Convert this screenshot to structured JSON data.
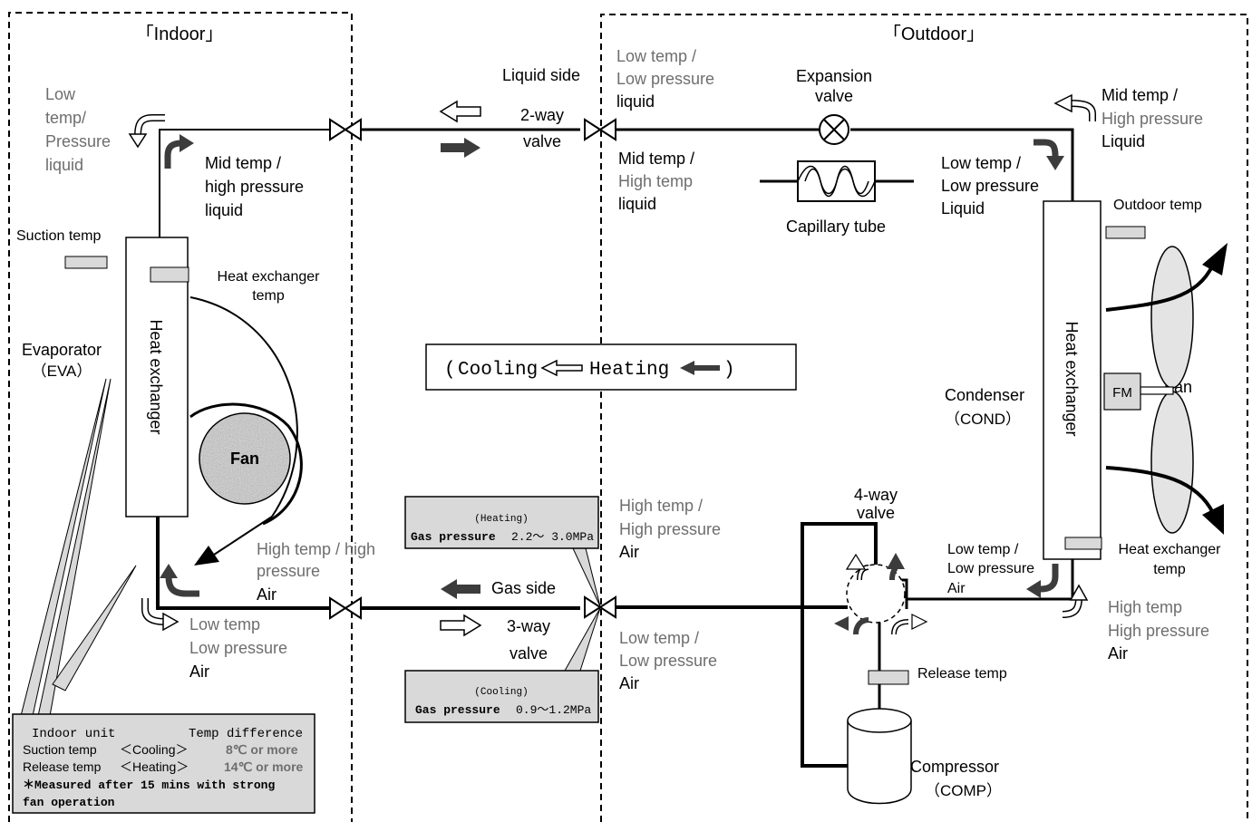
{
  "regions": {
    "indoor_title": "「Indoor」",
    "outdoor_title": "「Outdoor」"
  },
  "indoor": {
    "low_temp_pressure_liquid": [
      "Low",
      "temp/",
      "Pressure",
      "liquid"
    ],
    "mid_temp_high_pressure_liquid": [
      "Mid temp /",
      "high pressure",
      "liquid"
    ],
    "suction_temp": "Suction temp",
    "heat_exchanger_temp": [
      "Heat exchanger",
      "temp"
    ],
    "evaporator": [
      "Evaporator",
      "（EVA）"
    ],
    "heat_exchanger": "Heat exchanger",
    "fan": "Fan",
    "high_temp_high_pressure_air": [
      "High temp / high",
      "pressure",
      "Air"
    ],
    "low_temp_low_pressure_air": [
      "Low temp",
      "Low pressure",
      "Air"
    ]
  },
  "middle": {
    "liquid_side": "Liquid side",
    "two_way_valve": [
      "2-way",
      "valve"
    ],
    "mode_box": {
      "open": "(",
      "cooling": "Cooling",
      "heating": "Heating",
      "close": ")"
    },
    "gas_side": "Gas side",
    "three_way_valve": [
      "3-way",
      "valve"
    ],
    "heating_box": {
      "title": "(Heating)",
      "label": "Gas pressure",
      "value": "2.2～ 3.0MPa"
    },
    "cooling_box": {
      "title": "(Cooling)",
      "label": "Gas pressure",
      "value": "0.9～1.2MPa"
    }
  },
  "outdoor": {
    "low_temp_low_pressure_liquid_top": [
      "Low temp /",
      "Low pressure",
      "liquid"
    ],
    "mid_temp_high_temp_liquid": [
      "Mid temp /",
      "High temp",
      "liquid"
    ],
    "expansion_valve": [
      "Expansion",
      "valve"
    ],
    "capillary_tube": "Capillary tube",
    "mid_temp_high_pressure_liquid": [
      "Mid temp /",
      "High pressure",
      "Liquid"
    ],
    "low_temp_low_pressure_liquid_right": [
      "Low temp /",
      "Low pressure",
      "Liquid"
    ],
    "outdoor_temp": "Outdoor temp",
    "heat_exchanger": "Heat exchanger",
    "fm": "FM",
    "fan": "Fan",
    "condenser": [
      "Condenser",
      "（COND）"
    ],
    "high_temp_high_pressure_air_mid": [
      "High temp /",
      "High pressure",
      "Air"
    ],
    "low_temp_low_pressure_air_mid": [
      "Low temp /",
      "Low pressure",
      "Air"
    ],
    "four_way_valve": [
      "4-way",
      "valve"
    ],
    "low_temp_low_pressure_air_right": [
      "Low temp /",
      "Low pressure",
      "Air"
    ],
    "heat_exchanger_temp": [
      "Heat exchanger",
      "temp"
    ],
    "high_temp_high_pressure_air_right": [
      "High temp",
      "High pressure",
      "Air"
    ],
    "release_temp": "Release temp",
    "compressor": [
      "Compressor",
      "（COMP）"
    ]
  },
  "info_box": {
    "header_left": "Indoor unit",
    "header_right": "Temp difference",
    "row1_label": "Suction temp",
    "row1_mode": "＜Cooling＞",
    "row1_value": "8℃ or more",
    "row2_label": "Release temp",
    "row2_mode": "＜Heating＞",
    "row2_value": "14℃ or more",
    "note1": "＊Measured after 15 mins with strong",
    "note2": "fan operation"
  },
  "colors": {
    "line": "#000000",
    "grey_text": "#6e6e6e",
    "arrow_dark": "#3c3c3c",
    "sensor_fill": "#d9d9d9",
    "box_fill": "#d9d9d9",
    "fan_fill": "#e4e4e4"
  }
}
